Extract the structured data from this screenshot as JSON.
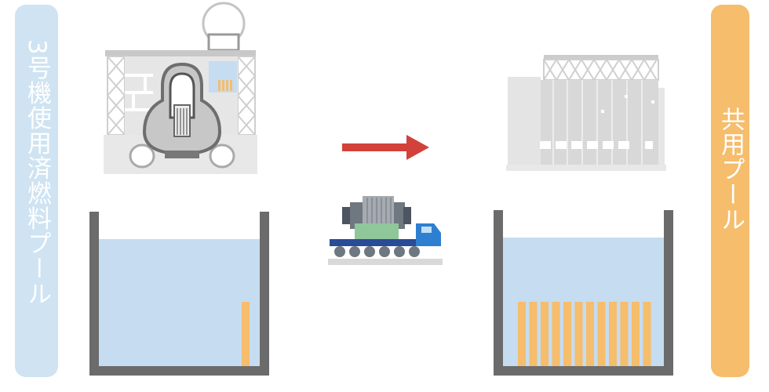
{
  "left_label": "3号機使用済燃料プール",
  "right_label": "共用プール",
  "colors": {
    "left_label_bg": "#cfe3f2",
    "right_label_bg": "#f5bd6c",
    "water": "#c6dcf0",
    "pool_wall": "#6b6b6b",
    "fuel": "#f5bd6c",
    "arrow": "#d2423a",
    "truck_cab": "#2f7fd1",
    "truck_bed": "#2a4b96",
    "cask_base": "#8fc79a",
    "building": "#dcdcdc"
  },
  "left_pool": {
    "fuel_assembly_count": 1
  },
  "right_pool": {
    "fuel_assembly_count": 12
  },
  "icons": {
    "reactor_building": "reactor-building-icon",
    "common_pool_building": "common-pool-building-icon",
    "transport_truck": "transport-truck-icon",
    "transfer_arrow": "arrow-right-icon"
  }
}
